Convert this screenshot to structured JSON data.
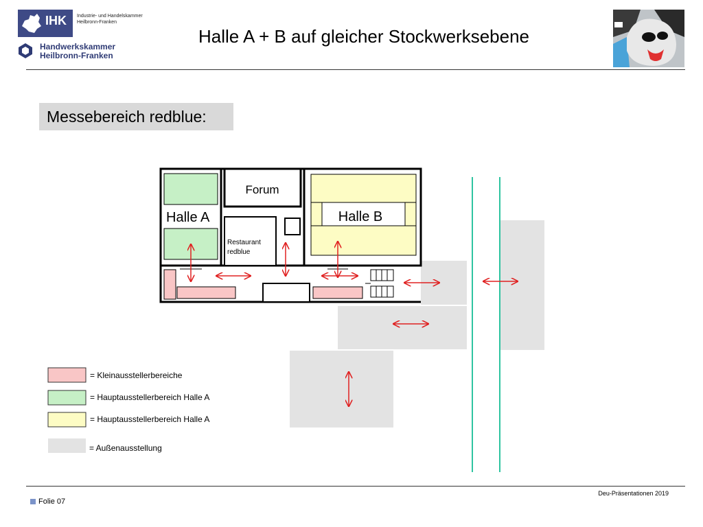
{
  "header": {
    "ihk_logo_text": "IHK",
    "ihk_subtitle_line1": "Industrie- und Handelskammer",
    "ihk_subtitle_line2": "Heilbronn-Franken",
    "hwk_line1": "Handwerkskammer",
    "hwk_line2": "Heilbronn-Franken",
    "title": "Halle A + B auf gleicher Stockwerksebene",
    "mascot_icon": "comic-face-icon"
  },
  "section_label": "Messebereich redblue:",
  "plan": {
    "rooms": {
      "forum": "Forum",
      "halle_a": "Halle A",
      "halle_b": "Halle B",
      "restaurant_line1": "Restaurant",
      "restaurant_line2": "redblue"
    },
    "colors": {
      "klein": "#f9c6c6",
      "haupt_a": "#c6f0c6",
      "haupt_b": "#fdfcc4",
      "aussen": "#e3e3e3",
      "arrow": "#e02020",
      "road": "#2ec4a0"
    }
  },
  "legend": [
    {
      "label": "= Kleinausstellerbereiche"
    },
    {
      "label": "= Hauptausstellerbereich Halle A"
    },
    {
      "label": "= Hauptausstellerbereich Halle A"
    },
    {
      "label": "= Außenausstellung"
    }
  ],
  "footer": {
    "slide": "Folie 07",
    "presentation": "Deu-Präsentationen 2019"
  }
}
